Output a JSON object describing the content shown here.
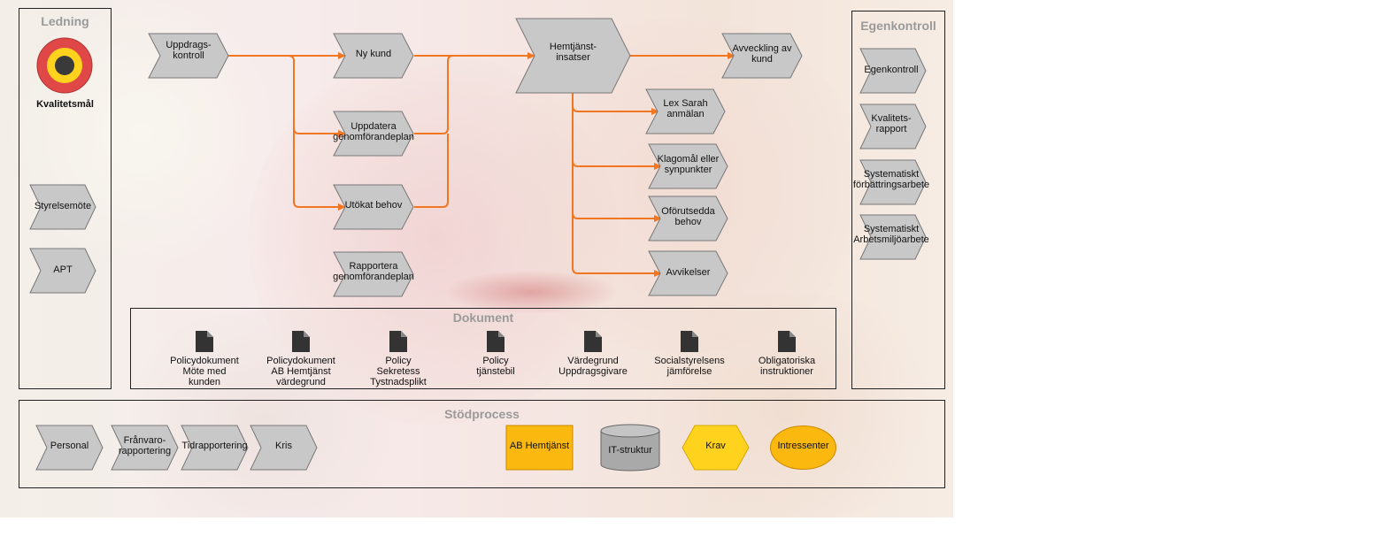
{
  "colors": {
    "arrow": "#f07622",
    "shape_fill": "#c8c8c8",
    "yellow": "#ffd21e",
    "orange": "#fbb80f",
    "cyl": "#a9a9a9",
    "title_grey": "#9a9a9a"
  },
  "ledning": {
    "title": "Ledning",
    "goal_label": "Kvalitetsmål",
    "items": [
      "Styrelsemöte",
      "APT"
    ]
  },
  "egenkontroll": {
    "title": "Egenkontroll",
    "items": [
      "Egenkontroll",
      "Kvalitets-\nrapport",
      "Systematiskt\nförbättringsarbete",
      "Systematiskt\nArbetsmiljöarbete"
    ]
  },
  "process": {
    "uppdragskontroll": "Uppdrags-\nkontroll",
    "ny_kund": "Ny kund",
    "uppdatera": "Uppdatera\ngenomförandeplan",
    "utokat": "Utökat behov",
    "rapportera": "Rapportera\ngenomförandeplan",
    "hemtjanst": "Hemtjänst-\ninsatser",
    "avveckling": "Avveckling av\nkund",
    "lex_sarah": "Lex Sarah\nanmälan",
    "klagomal": "Klagomål eller\nsynpunkter",
    "oforutsedda": "Oförutsedda\nbehov",
    "avvikelser": "Avvikelser"
  },
  "dokument": {
    "title": "Dokument",
    "items": [
      "Policydokument\nMöte med\nkunden",
      "Policydokument\nAB Hemtjänst\nvärdegrund",
      "Policy\nSekretess\nTystnadsplikt",
      "Policy\ntjänstebil",
      "Värdegrund\nUppdragsgivare",
      "Socialstyrelsens\njämförelse",
      "Obligatoriska\ninstruktioner"
    ]
  },
  "stodprocess": {
    "title": "Stödprocess",
    "items": [
      "Personal",
      "Frånvaro-\nrapportering",
      "Tidrapportering",
      "Kris"
    ],
    "ab_hemtjanst": "AB Hemtjänst",
    "it_struktur": "IT-struktur",
    "krav": "Krav",
    "intressenter": "Intressenter"
  }
}
